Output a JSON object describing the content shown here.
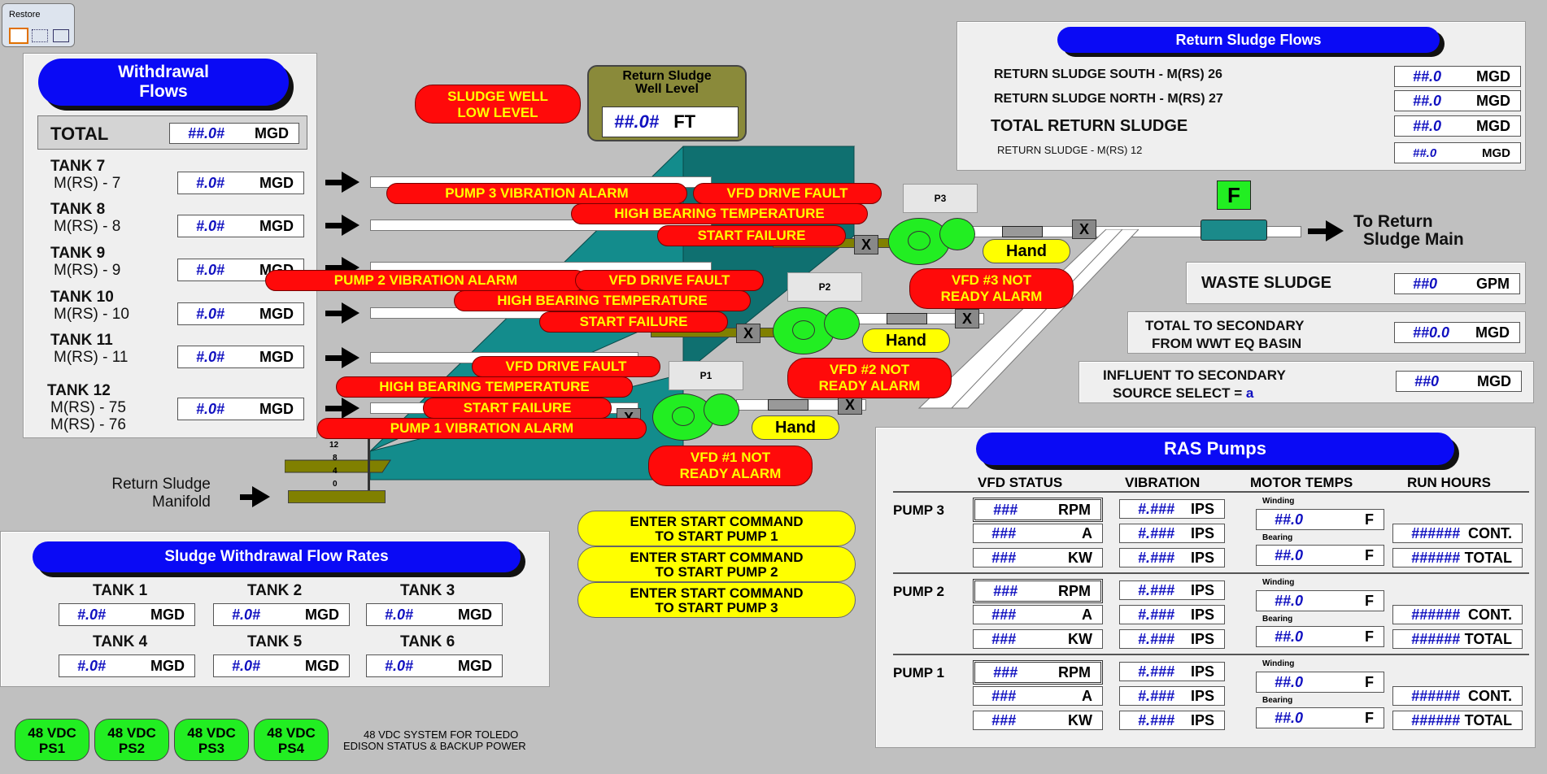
{
  "restore": {
    "title": "Restore"
  },
  "withdrawal": {
    "title1": "Withdrawal",
    "title2": "Flows",
    "total_label": "TOTAL",
    "total_value": "##.0#",
    "total_unit": "MGD",
    "tanks": [
      {
        "name": "TANK 7",
        "sub": "M(RS) - 7",
        "value": "#.0#",
        "unit": "MGD"
      },
      {
        "name": "TANK 8",
        "sub": "M(RS) - 8",
        "value": "#.0#",
        "unit": "MGD"
      },
      {
        "name": "TANK 9",
        "sub": "M(RS) - 9",
        "value": "#.0#",
        "unit": "MGD"
      },
      {
        "name": "TANK 10",
        "sub": "M(RS) - 10",
        "value": "#.0#",
        "unit": "MGD"
      },
      {
        "name": "TANK 11",
        "sub": "M(RS) - 11",
        "value": "#.0#",
        "unit": "MGD"
      },
      {
        "name": "TANK 12",
        "sub": "M(RS) - 75",
        "sub2": "M(RS) - 76",
        "value": "#.0#",
        "unit": "MGD"
      }
    ]
  },
  "well": {
    "alarm1": "SLUDGE WELL",
    "alarm2": "LOW  LEVEL",
    "title1": "Return Sludge",
    "title2": "Well Level",
    "value": "##.0#",
    "unit": "FT",
    "scale": [
      "12",
      "8",
      "4",
      "0"
    ]
  },
  "alarms": {
    "p3_vib": "PUMP 3 VIBRATION ALARM",
    "p3_vfd": "VFD DRIVE FAULT",
    "p3_bear": "HIGH BEARING TEMPERATURE",
    "p3_start": "START FAILURE",
    "p2_vib": "PUMP 2 VIBRATION ALARM",
    "p2_vfd": "VFD DRIVE FAULT",
    "p2_bear": "HIGH BEARING TEMPERATURE",
    "p2_start": "START FAILURE",
    "p1_vfd": "VFD DRIVE FAULT",
    "p1_bear": "HIGH BEARING TEMPERATURE",
    "p1_start": "START FAILURE",
    "p1_vib": "PUMP 1 VIBRATION ALARM",
    "vfd3_1": "VFD #3 NOT",
    "vfd3_2": "READY ALARM",
    "vfd2_1": "VFD #2 NOT",
    "vfd2_2": "READY ALARM",
    "vfd1_1": "VFD #1 NOT",
    "vfd1_2": "READY ALARM"
  },
  "pumps_diagram": {
    "p1": "P1",
    "p2": "P2",
    "p3": "P3",
    "hand": "Hand",
    "x": "X",
    "f": "F",
    "to_return1": "To Return",
    "to_return2": "Sludge Main",
    "manifold1": "Return Sludge",
    "manifold2": "Manifold"
  },
  "return_flows": {
    "title": "Return Sludge Flows",
    "rows": [
      {
        "label": "RETURN SLUDGE SOUTH - M(RS) 26",
        "value": "##.0",
        "unit": "MGD"
      },
      {
        "label": "RETURN SLUDGE NORTH - M(RS) 27",
        "value": "##.0",
        "unit": "MGD"
      },
      {
        "label": "TOTAL RETURN SLUDGE",
        "value": "##.0",
        "unit": "MGD"
      },
      {
        "label": "RETURN SLUDGE - M(RS) 12",
        "value": "##.0",
        "unit": "MGD"
      }
    ]
  },
  "waste": {
    "label": "WASTE SLUDGE",
    "value": "##0",
    "unit": "GPM"
  },
  "secondary": {
    "label1": "TOTAL TO SECONDARY",
    "label2": "FROM WWT EQ BASIN",
    "value": "##0.0",
    "unit": "MGD"
  },
  "influent": {
    "label1": "INFLUENT TO SECONDARY",
    "label2": "SOURCE SELECT =",
    "select": "a",
    "value": "##0",
    "unit": "MGD"
  },
  "ras": {
    "title": "RAS Pumps",
    "headers": [
      "VFD STATUS",
      "VIBRATION",
      "MOTOR TEMPS",
      "RUN HOURS"
    ],
    "winding": "Winding",
    "bearing": "Bearing",
    "pumps": [
      {
        "name": "PUMP 3",
        "vfd": [
          [
            "###",
            "RPM"
          ],
          [
            "###",
            "A"
          ],
          [
            "###",
            "KW"
          ]
        ],
        "vib": [
          "#.###",
          "#.###",
          "#.###"
        ],
        "vib_unit": "IPS",
        "wind": "##.0",
        "bear": "##.0",
        "temp_unit": "F",
        "hours": [
          [
            "######",
            "CONT."
          ],
          [
            "######",
            "TOTAL"
          ]
        ]
      },
      {
        "name": "PUMP 2",
        "vfd": [
          [
            "###",
            "RPM"
          ],
          [
            "###",
            "A"
          ],
          [
            "###",
            "KW"
          ]
        ],
        "vib": [
          "#.###",
          "#.###",
          "#.###"
        ],
        "vib_unit": "IPS",
        "wind": "##.0",
        "bear": "##.0",
        "temp_unit": "F",
        "hours": [
          [
            "######",
            "CONT."
          ],
          [
            "######",
            "TOTAL"
          ]
        ]
      },
      {
        "name": "PUMP 1",
        "vfd": [
          [
            "###",
            "RPM"
          ],
          [
            "###",
            "A"
          ],
          [
            "###",
            "KW"
          ]
        ],
        "vib": [
          "#.###",
          "#.###",
          "#.###"
        ],
        "vib_unit": "IPS",
        "wind": "##.0",
        "bear": "##.0",
        "temp_unit": "F",
        "hours": [
          [
            "######",
            "CONT."
          ],
          [
            "######",
            "TOTAL"
          ]
        ]
      }
    ]
  },
  "start_cmds": [
    {
      "l1": "ENTER START COMMAND",
      "l2": "TO START PUMP 1"
    },
    {
      "l1": "ENTER START COMMAND",
      "l2": "TO START PUMP 2"
    },
    {
      "l1": "ENTER START COMMAND",
      "l2": "TO START PUMP 3"
    }
  ],
  "sludge_rates": {
    "title": "Sludge Withdrawal Flow Rates",
    "tanks": [
      {
        "name": "TANK 1",
        "value": "#.0#",
        "unit": "MGD"
      },
      {
        "name": "TANK 2",
        "value": "#.0#",
        "unit": "MGD"
      },
      {
        "name": "TANK 3",
        "value": "#.0#",
        "unit": "MGD"
      },
      {
        "name": "TANK 4",
        "value": "#.0#",
        "unit": "MGD"
      },
      {
        "name": "TANK 5",
        "value": "#.0#",
        "unit": "MGD"
      },
      {
        "name": "TANK 6",
        "value": "#.0#",
        "unit": "MGD"
      }
    ]
  },
  "power": {
    "supplies": [
      {
        "l1": "48 VDC",
        "l2": "PS1"
      },
      {
        "l1": "48 VDC",
        "l2": "PS2"
      },
      {
        "l1": "48 VDC",
        "l2": "PS3"
      },
      {
        "l1": "48 VDC",
        "l2": "PS4"
      }
    ],
    "note1": "48 VDC SYSTEM FOR TOLEDO",
    "note2": "EDISON STATUS & BACKUP POWER"
  },
  "colors": {
    "alarm_red": "#ff0a0a",
    "alarm_text": "#ffff00",
    "title_blue": "#0a0af5",
    "value_blue": "#1010c0",
    "run_green": "#22ee22",
    "tank_teal": "#138c8c"
  }
}
